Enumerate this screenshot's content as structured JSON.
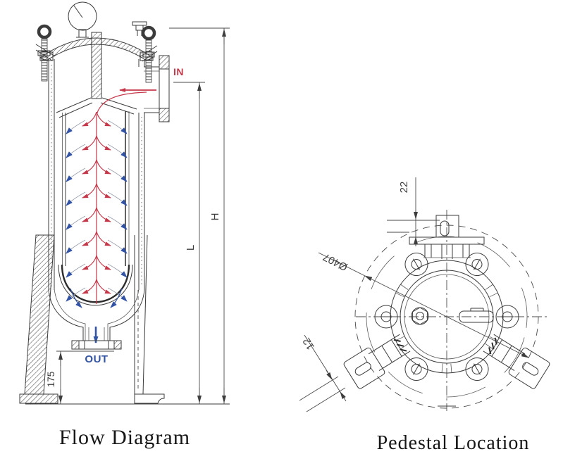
{
  "colors": {
    "line": "#3b3b3b",
    "dimension": "#4a4a4a",
    "inlet_red": "#c5384a",
    "outlet_blue": "#3354a5",
    "flow_gray": "#9aa0ad",
    "background": "#ffffff"
  },
  "flow_diagram": {
    "caption": "Flow Diagram",
    "labels": {
      "inlet": "IN",
      "outlet": "OUT"
    },
    "dimensions": {
      "overall_height": "H",
      "inlet_height": "L",
      "outlet_height": "175"
    }
  },
  "pedestal_location": {
    "caption": "Pedestal Location",
    "dimensions": {
      "circle_diameter": "Ø407",
      "nozzle_offset": "22",
      "foot_slot_width": "12"
    }
  }
}
